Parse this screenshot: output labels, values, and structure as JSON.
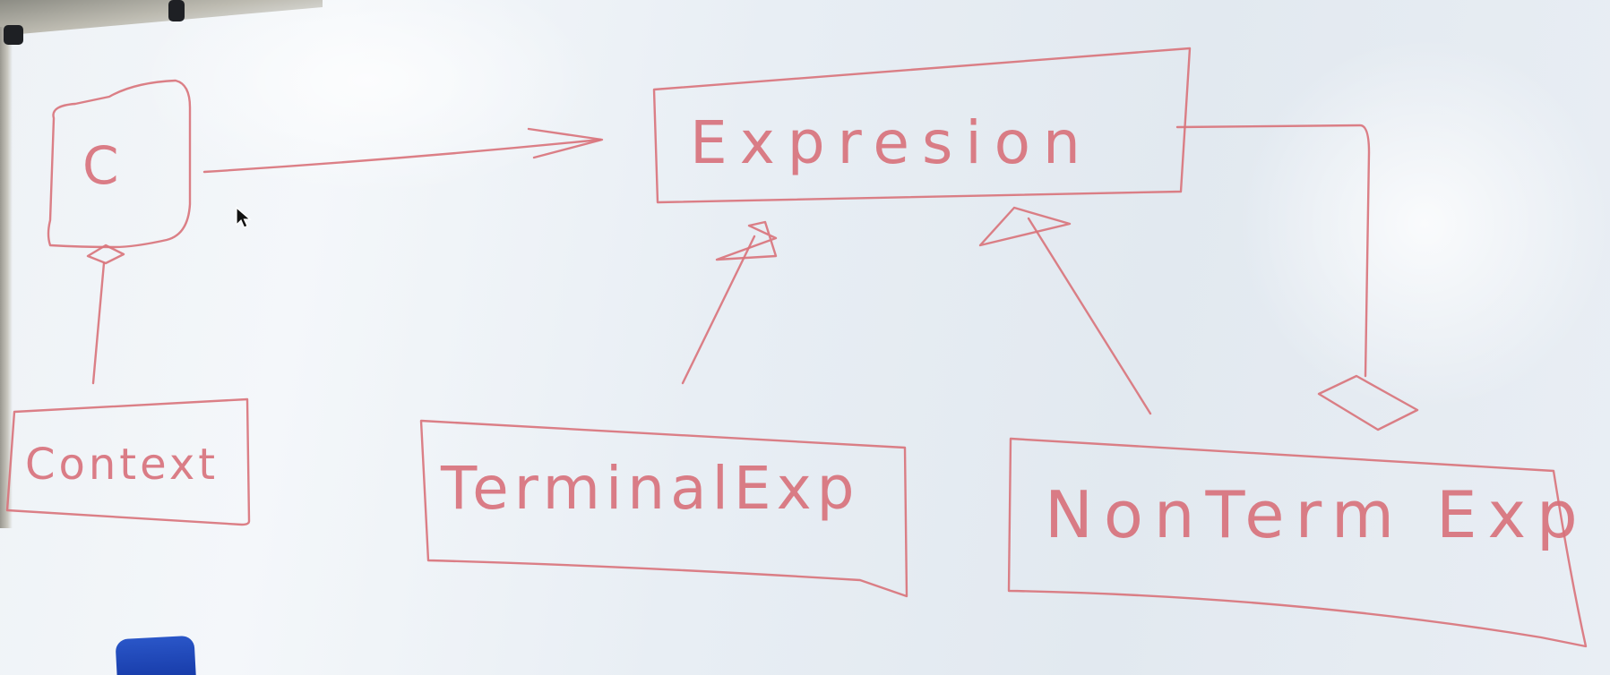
{
  "whiteboard": {
    "client_box_label": "C",
    "context_label": "Context",
    "expression_label": "Expresion",
    "terminal_label": "TerminalExp",
    "nonterminal_label": "NonTerm Exp"
  },
  "colors": {
    "ink": "#d9747c",
    "board": "#e9eef3",
    "marker": "#1f44b4"
  },
  "icons": {
    "cursor": "mouse-pointer-icon"
  }
}
